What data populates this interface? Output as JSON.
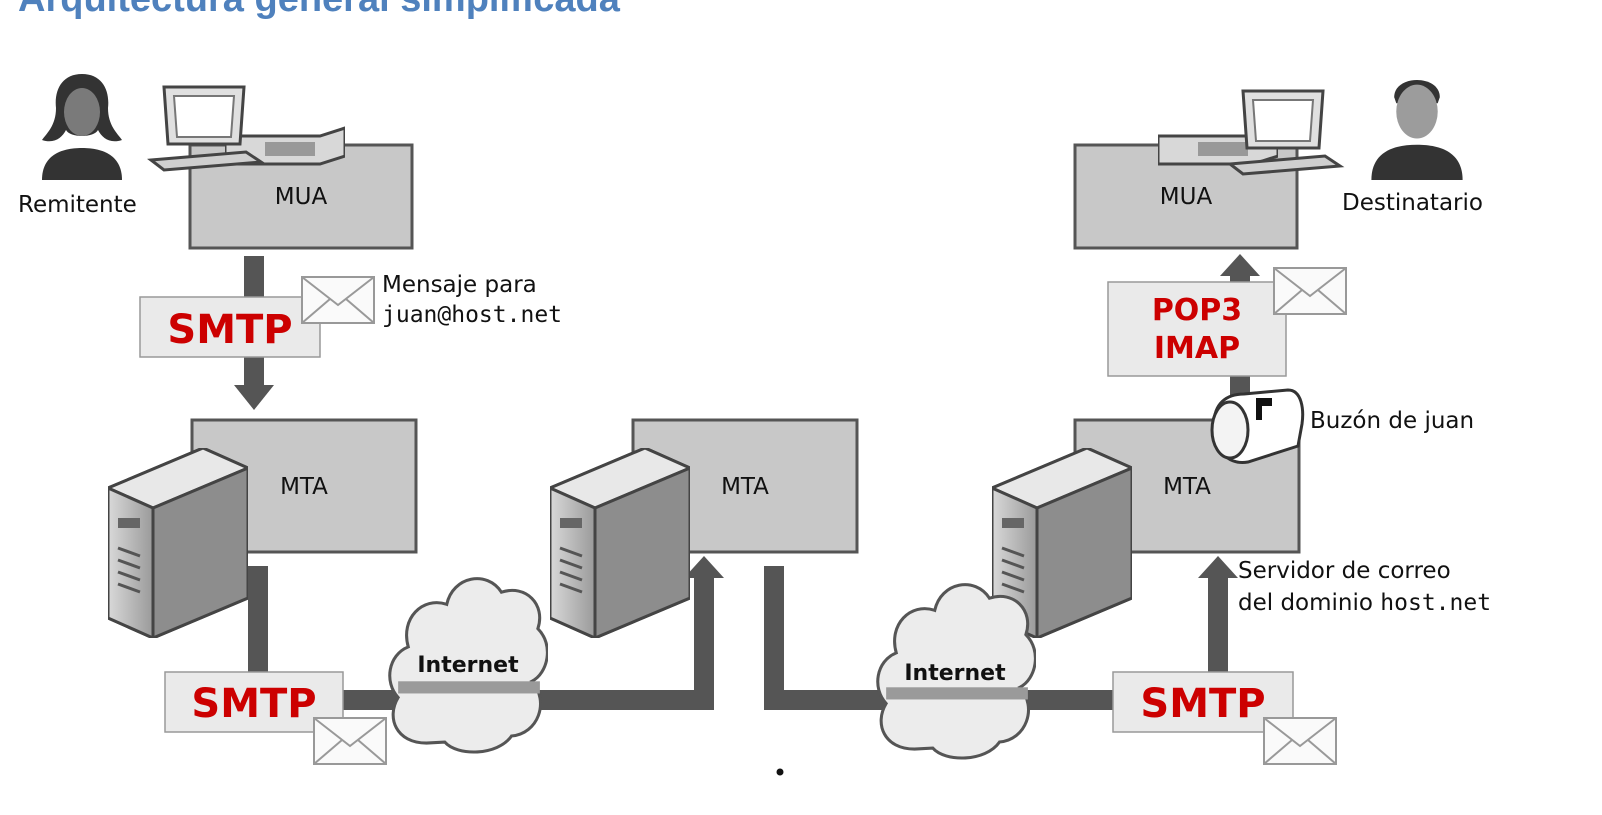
{
  "title": "Arquitectura general simplificada",
  "sender": {
    "label": "Remitente",
    "mua": "MUA",
    "message_line1": "Mensaje para",
    "message_line2": "juan@host.net"
  },
  "receiver": {
    "label": "Destinatario",
    "mua": "MUA",
    "mailbox": "Buzón de juan",
    "server_line1": "Servidor de correo",
    "server_line2_prefix": "del dominio ",
    "server_line2_domain": "host.net"
  },
  "mta_label": "MTA",
  "protocols": {
    "smtp": "SMTP",
    "pop3": "POP3",
    "imap": "IMAP"
  },
  "internet_label": "Internet",
  "colors": {
    "title": "#4f81bd",
    "protocol": "#cc0000",
    "box_fill": "#c8c8c8",
    "arrow": "#555555"
  }
}
